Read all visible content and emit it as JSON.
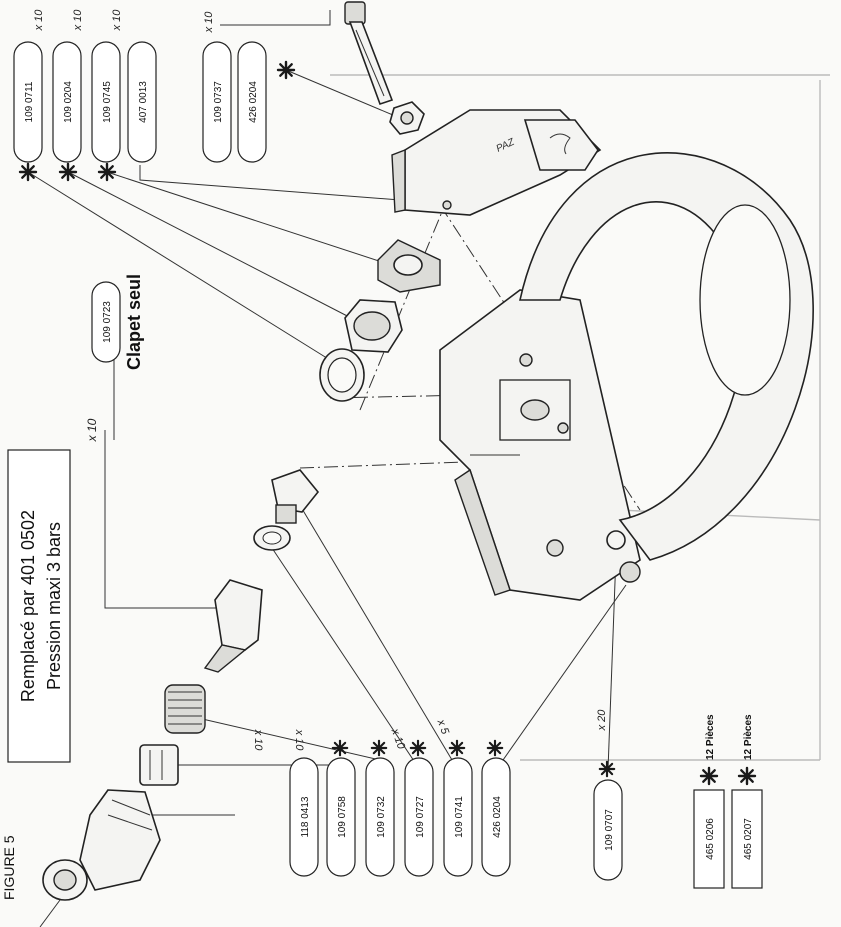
{
  "page": {
    "corner_label": "FIGURE 5"
  },
  "callout": {
    "line1": "Remplacé par 401 0502",
    "line2": "Pression maxi 3 bars"
  },
  "note": {
    "ref": "109 0723",
    "qty": "x 10",
    "label": "Clapet seul"
  },
  "top_refs": [
    {
      "ref": "109 0711",
      "qty": "x 10",
      "marker": true
    },
    {
      "ref": "109 0204",
      "qty": "x 10",
      "marker": true
    },
    {
      "ref": "109 0745",
      "qty": "x 10",
      "marker": true
    },
    {
      "ref": "407 0013",
      "qty": "",
      "marker": false
    }
  ],
  "top_right_refs": [
    {
      "ref": "109 0737",
      "qty": "x 10"
    },
    {
      "ref": "426 0204",
      "qty": ""
    }
  ],
  "bottom_refs": [
    {
      "ref": "118 0413",
      "qty": "",
      "marker": false
    },
    {
      "ref": "109 0758",
      "qty": "x 10",
      "marker": true
    },
    {
      "ref": "109 0732",
      "qty": "x 10",
      "marker": true
    },
    {
      "ref": "109 0727",
      "qty": "x 10",
      "marker": true
    },
    {
      "ref": "109 0741",
      "qty": "x 5",
      "marker": true
    },
    {
      "ref": "426 0204",
      "qty": "",
      "marker": true
    }
  ],
  "single_ref": {
    "ref": "109 0707",
    "qty": "x 20"
  },
  "kits": [
    {
      "ref": "465 0206",
      "qty": "12 Pièces"
    },
    {
      "ref": "465 0207",
      "qty": "12 Pièces"
    }
  ],
  "icons": {
    "marker": "asterisk-marker-icon"
  }
}
